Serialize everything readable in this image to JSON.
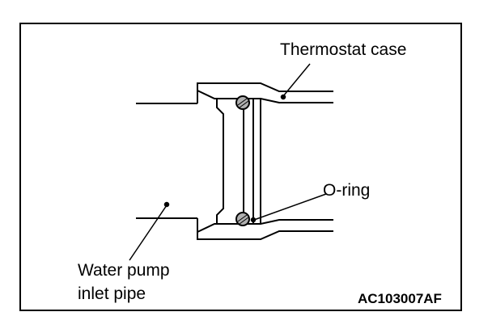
{
  "labels": {
    "thermostat_case": "Thermostat case",
    "o_ring": "O-ring",
    "water_pump_line1": "Water pump",
    "water_pump_line2": "inlet pipe",
    "figure_code": "AC103007AF"
  },
  "colors": {
    "line": "#000000",
    "background": "#ffffff",
    "o_ring_fill": "#b0b0b0"
  }
}
